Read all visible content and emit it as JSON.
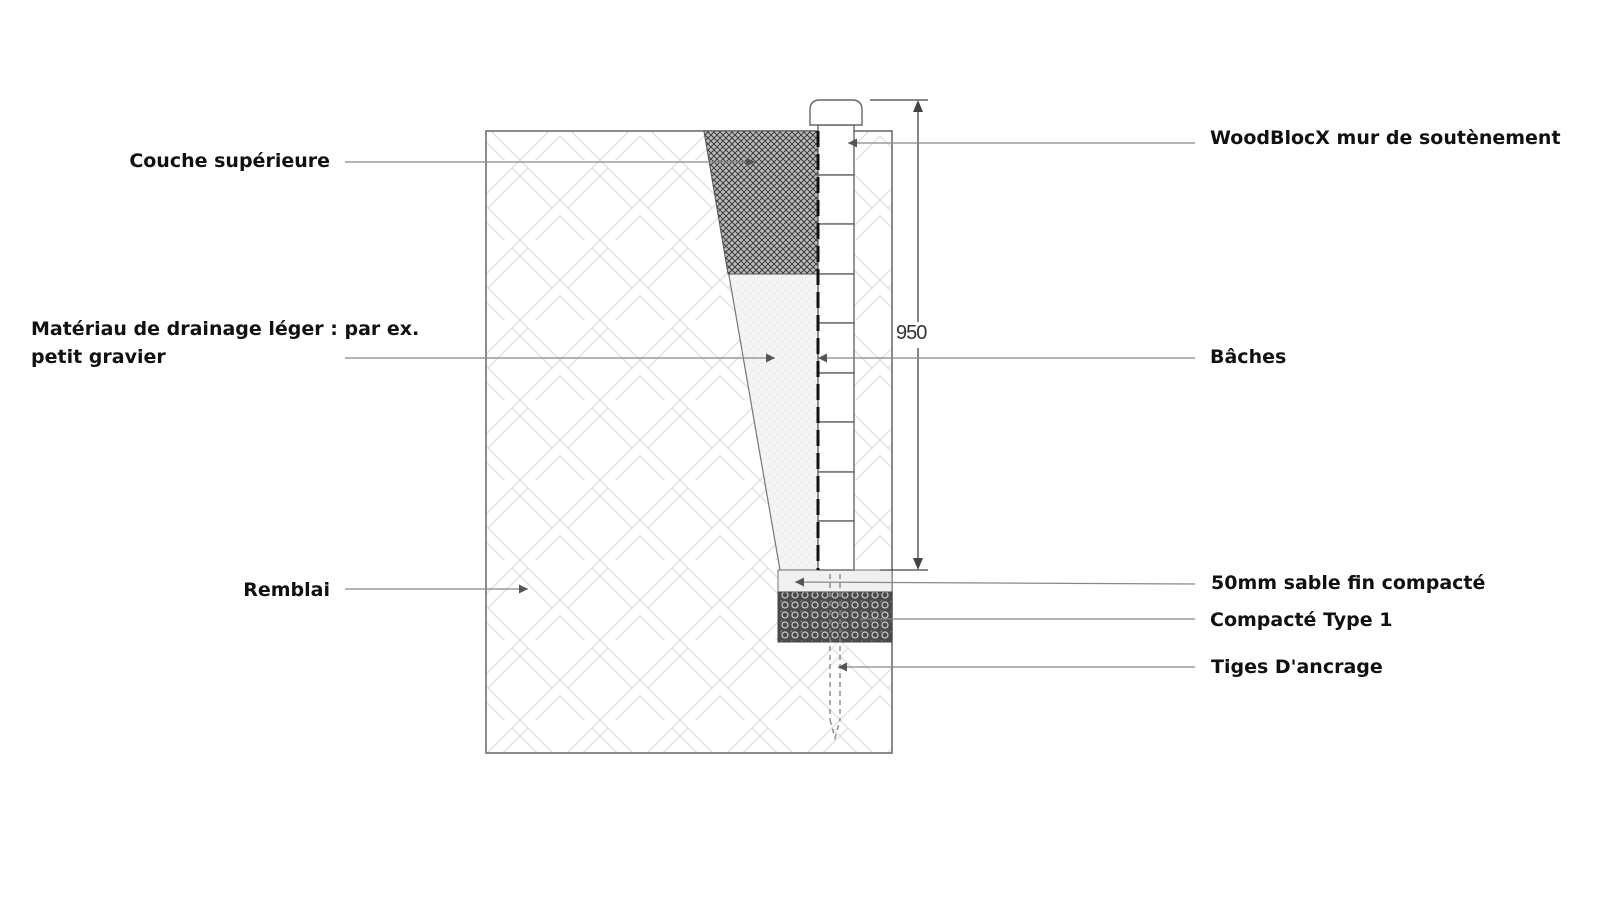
{
  "labels": {
    "top_layer": "Couche supérieure",
    "drainage_line1": "Matériau de drainage léger : par ex.",
    "drainage_line2": "petit gravier",
    "backfill": "Remblai",
    "wall": "WoodBlocX mur de soutènement",
    "tarp": "Bâches",
    "sand": "50mm sable fin compacté",
    "type1": "Compacté Type 1",
    "rods": "Tiges D'ancrage"
  },
  "dimension": {
    "height": "950"
  }
}
